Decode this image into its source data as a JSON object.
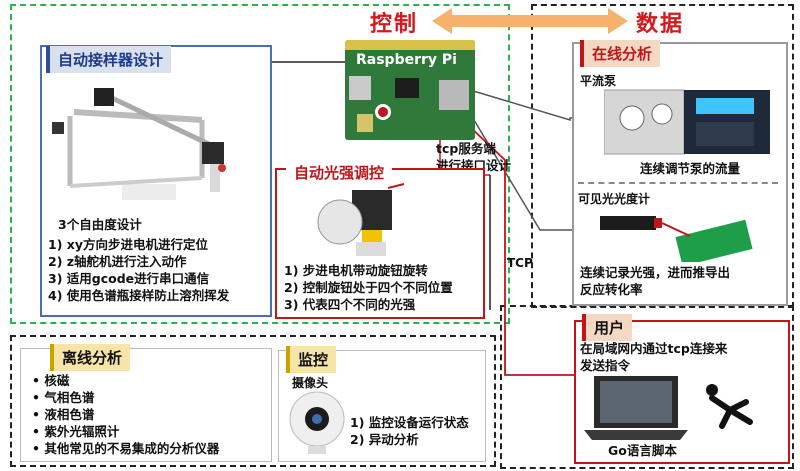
{
  "header": {
    "control": "控制",
    "data": "数据"
  },
  "sampler": {
    "title": "自动接样器设计",
    "caption": "3个自由度设计",
    "items": [
      "1) xy方向步进电机进行定位",
      "2) z轴舵机进行注入动作",
      "3) 适用gcode进行串口通信",
      "4) 使用色谱瓶接样防止溶剂挥发"
    ]
  },
  "raspberry": {
    "label": "Raspberry Pi",
    "note_line1": "tcp服务端",
    "note_line2": "进行接口设计"
  },
  "light": {
    "title": "自动光强调控",
    "items": [
      "1) 步进电机带动旋钮旋转",
      "2) 控制旋钮处于四个不同位置",
      "3) 代表四个不同的光强"
    ]
  },
  "online": {
    "title": "在线分析",
    "pump_label": "平流泵",
    "pump_caption": "连续调节泵的流量",
    "photometer_label": "可见光光度计",
    "photometer_caption_1": "连续记录光强，进而推导出",
    "photometer_caption_2": "反应转化率"
  },
  "tcp_label": "TCP",
  "user": {
    "title": "用户",
    "desc_1": "在局域网内通过tcp连接来",
    "desc_2": "发送指令",
    "laptop_caption": "Go语言脚本"
  },
  "offline": {
    "title": "离线分析",
    "items": [
      "核磁",
      "气相色谱",
      "液相色谱",
      "紫外光辐照计",
      "其他常见的不易集成的分析仪器"
    ]
  },
  "monitor": {
    "title": "监控",
    "camera_label": "摄像头",
    "items": [
      "1) 监控设备运行状态",
      "2) 异动分析"
    ]
  },
  "colors": {
    "green_dash": "#2bb24c",
    "red": "#c0161a",
    "title_blue": "#1c3c88",
    "arrow_orange": "#f6b26b"
  }
}
